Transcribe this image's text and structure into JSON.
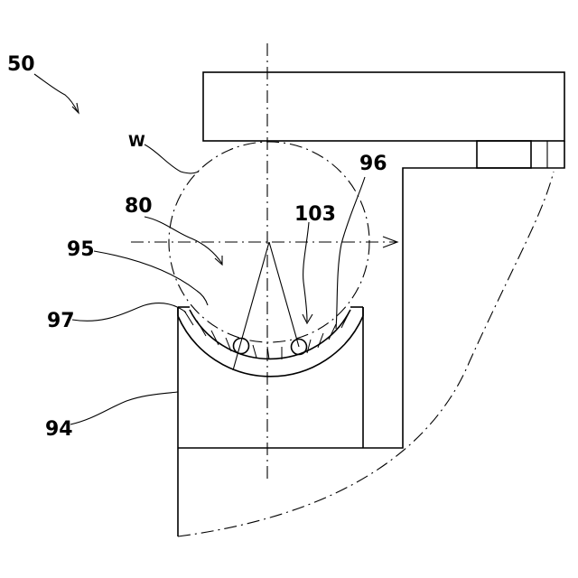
{
  "figure": {
    "labels": {
      "assembly": "50",
      "workpiece": "W",
      "center": "80",
      "support_surface": "95",
      "pad_row": "96",
      "roller": "103",
      "pad": "97",
      "base": "94"
    }
  }
}
